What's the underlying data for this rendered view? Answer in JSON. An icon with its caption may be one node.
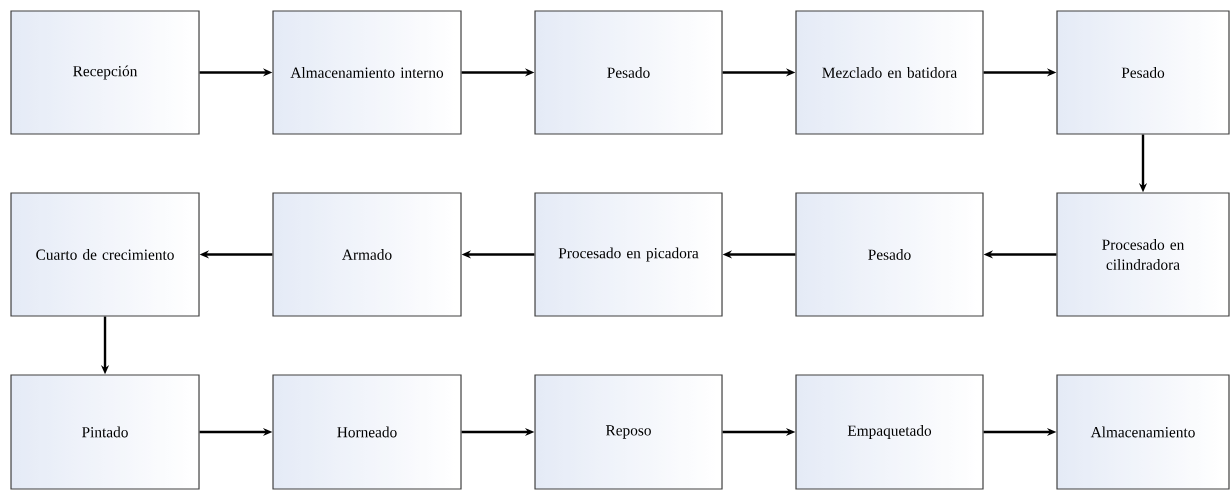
{
  "diagram": {
    "nodes": [
      {
        "text": [
          "Recepción"
        ]
      },
      {
        "text": [
          "Almacenamiento interno"
        ]
      },
      {
        "text": [
          "Pesado"
        ]
      },
      {
        "text": [
          "Mezclado en batidora"
        ]
      },
      {
        "text": [
          "Pesado"
        ]
      },
      {
        "text": [
          "Procesado en cilindradora"
        ]
      },
      {
        "text": [
          "Pesado"
        ]
      },
      {
        "text": [
          "Procesado en picadora"
        ]
      },
      {
        "text": [
          "Armado"
        ]
      },
      {
        "text": [
          "Cuarto de crecimiento"
        ]
      },
      {
        "text": [
          "Pintado"
        ]
      },
      {
        "text": [
          "Horneado"
        ]
      },
      {
        "text": [
          "Reposo"
        ]
      },
      {
        "text": [
          "Empaquetado"
        ]
      },
      {
        "text": [
          "Almacenamiento"
        ]
      }
    ],
    "edges": [
      {
        "from": 0,
        "to": 1,
        "arrow": "to"
      },
      {
        "from": 1,
        "to": 2,
        "arrow": "to"
      },
      {
        "from": 2,
        "to": 3,
        "arrow": "to"
      },
      {
        "from": 3,
        "to": 4,
        "arrow": "to"
      },
      {
        "from": 4,
        "to": 5,
        "arrow": "to"
      },
      {
        "from": 5,
        "to": 6,
        "arrow": "to"
      },
      {
        "from": 6,
        "to": 7,
        "arrow": "to"
      },
      {
        "from": 7,
        "to": 8,
        "arrow": "to"
      },
      {
        "from": 8,
        "to": 9,
        "arrow": "to"
      },
      {
        "from": 9,
        "to": 10,
        "arrow": "to"
      },
      {
        "from": 10,
        "to": 11,
        "arrow": "to"
      },
      {
        "from": 11,
        "to": 12,
        "arrow": "to"
      },
      {
        "from": 12,
        "to": 13,
        "arrow": "to"
      },
      {
        "from": 13,
        "to": 14,
        "arrow": "to"
      }
    ]
  }
}
